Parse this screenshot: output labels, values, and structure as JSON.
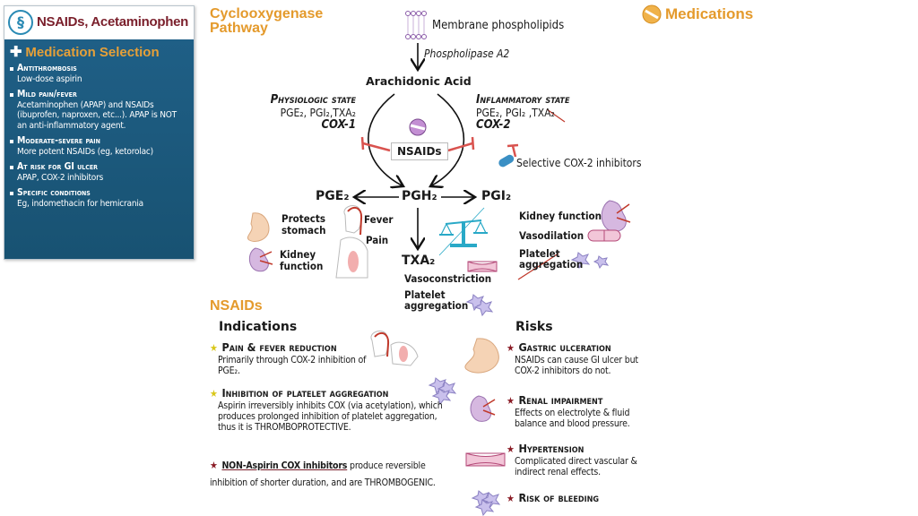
{
  "panel": {
    "title": "NSAIDs, Acetaminophen",
    "logo_icon": "caduceus-icon",
    "subtitle_icon": "plus-icon",
    "subtitle": "Medication Selection",
    "items": [
      {
        "head": "Antithrombosis",
        "text": "Low-dose aspirin"
      },
      {
        "head": "Mild pain/fever",
        "text": "Acetaminophen (APAP) and NSAIDs (ibuprofen, naproxen, etc...). APAP is NOT an anti-inflammatory agent."
      },
      {
        "head": "Moderate-severe pain",
        "text": "More potent NSAIDs (eg, ketorolac)"
      },
      {
        "head": "At risk for GI ulcer",
        "text": "APAP, COX-2 inhibitors"
      },
      {
        "head": "Specific conditions",
        "text": "Eg, indomethacin for hemicrania"
      }
    ]
  },
  "pathway": {
    "title_line1": "Cyclooxygenase",
    "title_line2": "Pathway",
    "membrane": "Membrane phospholipids",
    "enzyme": "Phospholipase A2",
    "arachidonic": "Arachidonic Acid",
    "physiologic": {
      "state": "Physiologic state",
      "products": "PGE₂, PGI₂,TXA₂",
      "enzyme": "COX-1"
    },
    "inflammatory": {
      "state": "Inflammatory state",
      "products": "PGE₂, PGI₂ ,TXA₂",
      "enzyme": "COX-2"
    },
    "nsaids_box": "NSAIDs",
    "selective": "Selective COX-2 inhibitors",
    "pgh2": "PGH₂",
    "pge2": "PGE₂",
    "pgi2": "PGI₂",
    "txa2": "TXA₂",
    "pge2_effects": [
      "Protects stomach",
      "Kidney function",
      "Fever",
      "Pain"
    ],
    "pgi2_effects": [
      "Kidney function",
      "Vasodilation",
      "Platelet aggregation"
    ],
    "txa2_effects": [
      "Vasoconstriction",
      "Platelet aggregation"
    ]
  },
  "medications": {
    "title": "Medications",
    "icon": "pill-icon"
  },
  "nsaids": {
    "title": "NSAIDs",
    "indications_title": "Indications",
    "indications": [
      {
        "head": "Pain & fever reduction",
        "text": "Primarily through COX-2 inhibition of PGE₂."
      },
      {
        "head": "Inhibition of platelet aggregation",
        "text": "Aspirin irreversibly inhibits COX (via acetylation), which produces prolonged inhibition of platelet aggregation, thus it is THROMBOPROTECTIVE."
      }
    ],
    "non_aspirin_link": "NON-Aspirin COX inhibitors",
    "non_aspirin_text": " produce reversible inhibition of shorter duration, and are THROMBOGENIC.",
    "risks_title": "Risks",
    "risks": [
      {
        "head": "Gastric ulceration",
        "text": "NSAIDs can cause GI ulcer but COX-2 inhibitors do not."
      },
      {
        "head": "Renal impairment",
        "text": "Effects on electrolyte & fluid balance and blood pressure."
      },
      {
        "head": "Hypertension",
        "text": "Complicated direct vascular & indirect renal effects."
      },
      {
        "head": "Risk of bleeding",
        "text": ""
      }
    ]
  },
  "colors": {
    "orange": "#e49a2c",
    "navy": "#1f5f86",
    "maroon": "#7a1f2b",
    "inhibit_red": "#d9534f",
    "scale_teal": "#29a9c7"
  }
}
